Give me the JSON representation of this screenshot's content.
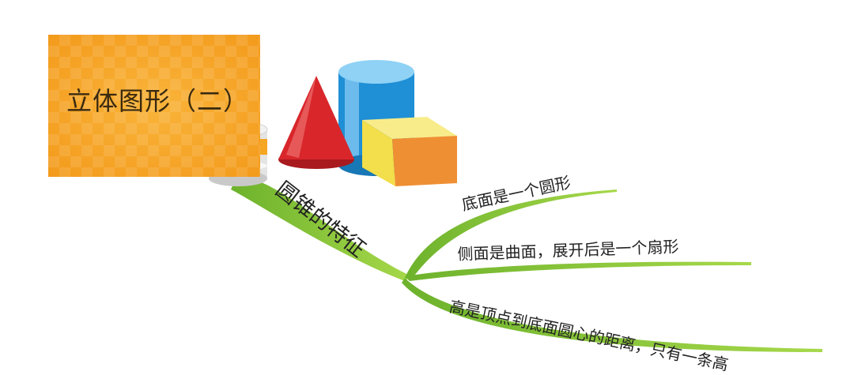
{
  "title": "立体图形（二）",
  "main_branch": {
    "label": "圆锥的特征"
  },
  "sub_branches": [
    {
      "label": "底面是一个圆形"
    },
    {
      "label": "侧面是曲面，展开后是一个扇形"
    },
    {
      "label": "高是顶点到底面圆心的距离，只有一条高"
    }
  ],
  "colors": {
    "branch": "#8cc63f",
    "title_bg": "#f7a623",
    "cone": "#d8262b",
    "cylinder": "#1f8fd6",
    "box_front": "#f3de4b",
    "box_side": "#ef8f33"
  }
}
